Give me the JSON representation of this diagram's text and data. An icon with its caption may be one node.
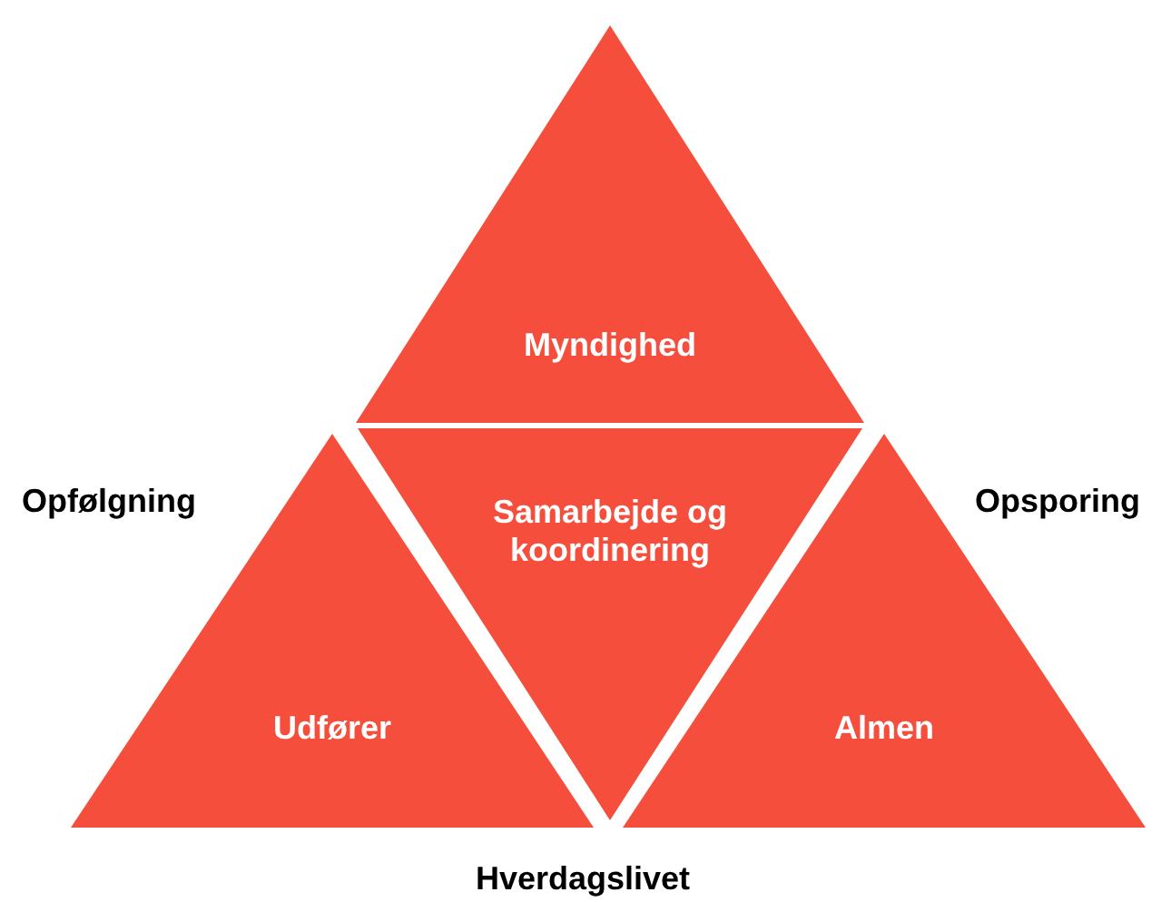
{
  "diagram": {
    "nodes": [
      {
        "text": [
          "Myndighed"
        ]
      },
      {
        "text": [
          "Samarbejde og koordinering"
        ]
      },
      {
        "text": [
          "Udfører"
        ]
      },
      {
        "text": [
          "Almen"
        ]
      }
    ],
    "labels": [
      "Opfølgning",
      "Opsporing",
      "Hverdagslivet"
    ]
  }
}
